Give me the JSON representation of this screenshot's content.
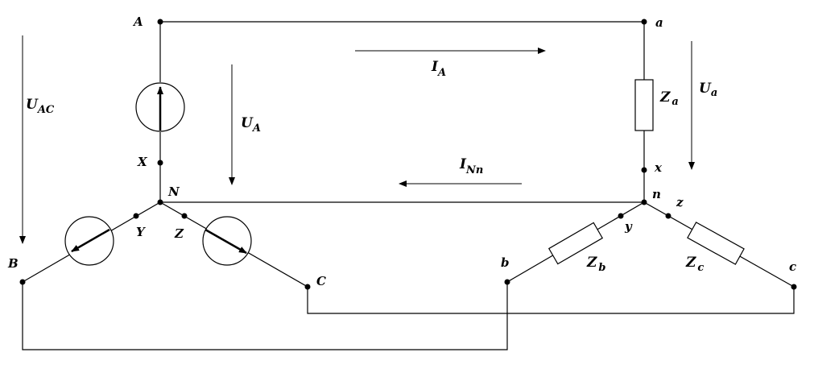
{
  "labels": {
    "A": "A",
    "X": "X",
    "N": "N",
    "Y": "Y",
    "Z": "Z",
    "B": "B",
    "C": "C",
    "a": "a",
    "x": "x",
    "n": "n",
    "y": "y",
    "z": "z",
    "b": "b",
    "c": "c"
  },
  "arrows": {
    "uac": {
      "main": "U",
      "sub": "AC"
    },
    "ua_big": {
      "main": "U",
      "sub": "A"
    },
    "ia": {
      "main": "I",
      "sub": "A"
    },
    "inn": {
      "main": "I",
      "sub": "Nn"
    },
    "ua_small": {
      "main": "U",
      "sub": "a"
    }
  },
  "impedances": {
    "za": {
      "main": "Z",
      "sub": "a"
    },
    "zb": {
      "main": "Z",
      "sub": "b"
    },
    "zc": {
      "main": "Z",
      "sub": "c"
    }
  }
}
